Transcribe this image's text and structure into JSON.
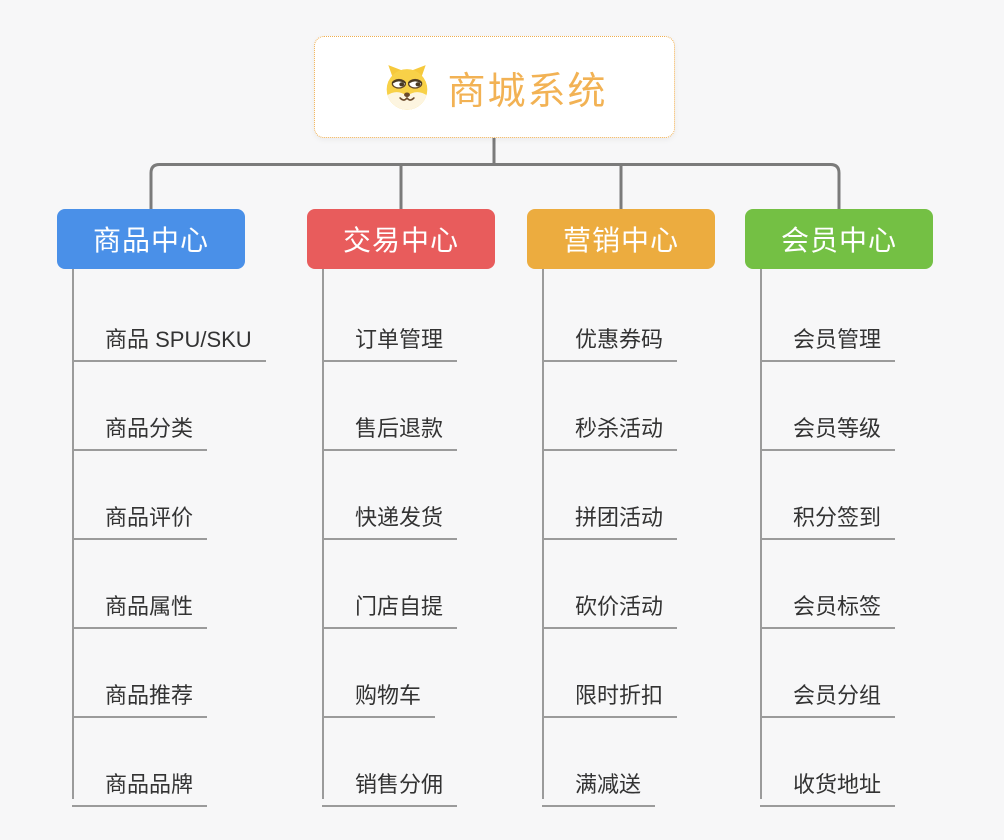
{
  "diagram": {
    "title": "商城系统",
    "type": "org-chart-mindmap"
  },
  "colors": {
    "background": "#f7f7f8",
    "root_border": "#f0ae4e",
    "root_title": "#f2b254",
    "connector": "#7b7b7b",
    "child_line": "#9b9b9b",
    "child_text": "#333333",
    "branch_text": "#ffffff"
  },
  "root": {
    "title": "商城系统",
    "icon": "doge-face-icon"
  },
  "branches": [
    {
      "label": "商品中心",
      "color": "#4a90e8",
      "children": [
        "商品 SPU/SKU",
        "商品分类",
        "商品评价",
        "商品属性",
        "商品推荐",
        "商品品牌"
      ]
    },
    {
      "label": "交易中心",
      "color": "#e85c5c",
      "children": [
        "订单管理",
        "售后退款",
        "快递发货",
        "门店自提",
        "购物车",
        "销售分佣"
      ]
    },
    {
      "label": "营销中心",
      "color": "#ecac3f",
      "children": [
        "优惠券码",
        "秒杀活动",
        "拼团活动",
        "砍价活动",
        "限时折扣",
        "满减送"
      ]
    },
    {
      "label": "会员中心",
      "color": "#74c044",
      "children": [
        "会员管理",
        "会员等级",
        "积分签到",
        "会员标签",
        "会员分组",
        "收货地址"
      ]
    }
  ]
}
